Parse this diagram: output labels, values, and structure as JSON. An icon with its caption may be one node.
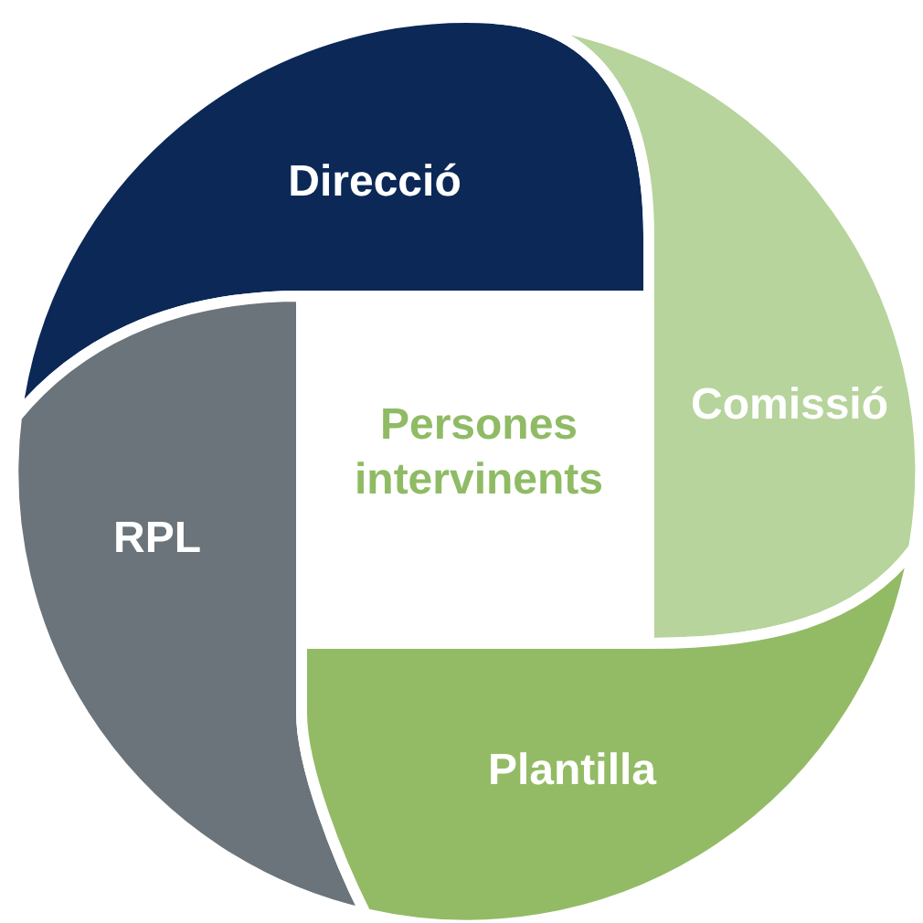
{
  "diagram": {
    "nodes": [
      {
        "text": [
          "Direcció"
        ]
      },
      {
        "text": [
          "Comissió"
        ]
      },
      {
        "text": [
          "Persones intervinents"
        ]
      },
      {
        "text": [
          "RPL"
        ]
      },
      {
        "text": [
          "Plantilla"
        ]
      }
    ]
  }
}
